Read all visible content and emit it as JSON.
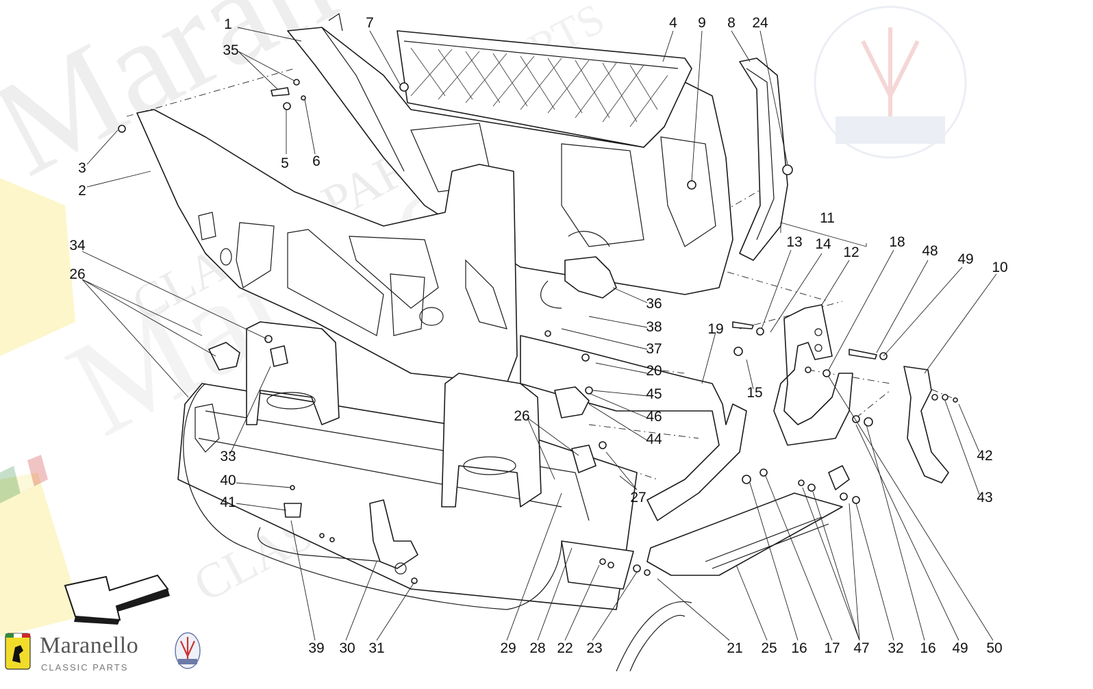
{
  "watermark": {
    "brand": "Maranello",
    "tagline": "CLASSIC PARTS",
    "tagline_alt": "PARTS",
    "flag_colors": [
      "#2e8b3d",
      "#ffffff",
      "#cc2a2a"
    ],
    "badge_color": "#f2dc2a"
  },
  "logo": {
    "brand": "Maranello",
    "tagline": "CLASSIC PARTS"
  },
  "orientation_arrow": {
    "icon": "direction-arrow-icon",
    "color": "#1a1a1a"
  },
  "callouts": [
    {
      "label": "1"
    },
    {
      "label": "35"
    },
    {
      "label": "7"
    },
    {
      "label": "4"
    },
    {
      "label": "9"
    },
    {
      "label": "8"
    },
    {
      "label": "24"
    },
    {
      "label": "3"
    },
    {
      "label": "5"
    },
    {
      "label": "6"
    },
    {
      "label": "2"
    },
    {
      "label": "11"
    },
    {
      "label": "13"
    },
    {
      "label": "14"
    },
    {
      "label": "12"
    },
    {
      "label": "18"
    },
    {
      "label": "48"
    },
    {
      "label": "49"
    },
    {
      "label": "10"
    },
    {
      "label": "34"
    },
    {
      "label": "26"
    },
    {
      "label": "36"
    },
    {
      "label": "38"
    },
    {
      "label": "37"
    },
    {
      "label": "19"
    },
    {
      "label": "20"
    },
    {
      "label": "15"
    },
    {
      "label": "45"
    },
    {
      "label": "46"
    },
    {
      "label": "44"
    },
    {
      "label": "42"
    },
    {
      "label": "26"
    },
    {
      "label": "43"
    },
    {
      "label": "33"
    },
    {
      "label": "27"
    },
    {
      "label": "40"
    },
    {
      "label": "41"
    },
    {
      "label": "39"
    },
    {
      "label": "30"
    },
    {
      "label": "31"
    },
    {
      "label": "29"
    },
    {
      "label": "28"
    },
    {
      "label": "22"
    },
    {
      "label": "23"
    },
    {
      "label": "21"
    },
    {
      "label": "25"
    },
    {
      "label": "16"
    },
    {
      "label": "17"
    },
    {
      "label": "47"
    },
    {
      "label": "32"
    },
    {
      "label": "16"
    },
    {
      "label": "49"
    },
    {
      "label": "50"
    }
  ]
}
